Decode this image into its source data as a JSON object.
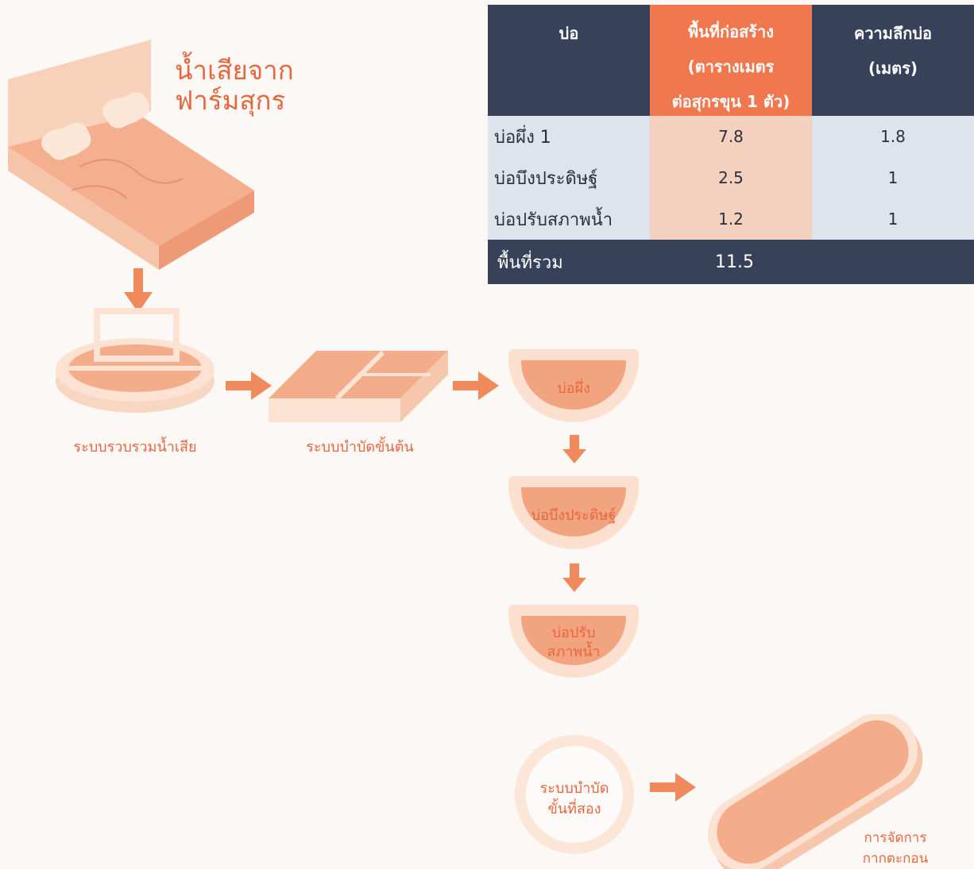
{
  "title": {
    "line1": "น้ำเสียจาก",
    "line2": "ฟาร์มสุกร"
  },
  "table": {
    "headers": {
      "col1": "บ่อ",
      "col2_line1": "พื้นที่ก่อสร้าง",
      "col2_line2": "(ตารางเมตร",
      "col2_line3": "ต่อสุกรขุน 1 ตัว)",
      "col3_line1": "ความลึกบ่อ",
      "col3_line2": "(เมตร)"
    },
    "rows": [
      {
        "name": "บ่อผึ่ง 1",
        "area": "7.8",
        "depth": "1.8"
      },
      {
        "name": "บ่อบึงประดิษฐ์",
        "area": "2.5",
        "depth": "1"
      },
      {
        "name": "บ่อปรับสภาพน้ำ",
        "area": "1.2",
        "depth": "1"
      }
    ],
    "footer": {
      "label": "พื้นที่รวม",
      "value": "11.5"
    }
  },
  "labels": {
    "collection": "ระบบรวบรวมน้ำเสีย",
    "primary": "ระบบบำบัดขั้นต้น",
    "pond1": "บ่อผึ่ง",
    "pond2": "บ่อบึงประดิษฐ์",
    "pond3_line1": "บ่อปรับ",
    "pond3_line2": "สภาพน้ำ",
    "secondary_line1": "ระบบบำบัด",
    "secondary_line2": "ขั้นที่สอง",
    "sludge_line1": "การจัดการ",
    "sludge_line2": "กากตะกอน"
  },
  "colors": {
    "accent": "#e8663d",
    "arrow": "#f08a5d",
    "header_dark": "#37415a",
    "header_orange": "#f1774e",
    "illustration": "#f2a37f"
  }
}
